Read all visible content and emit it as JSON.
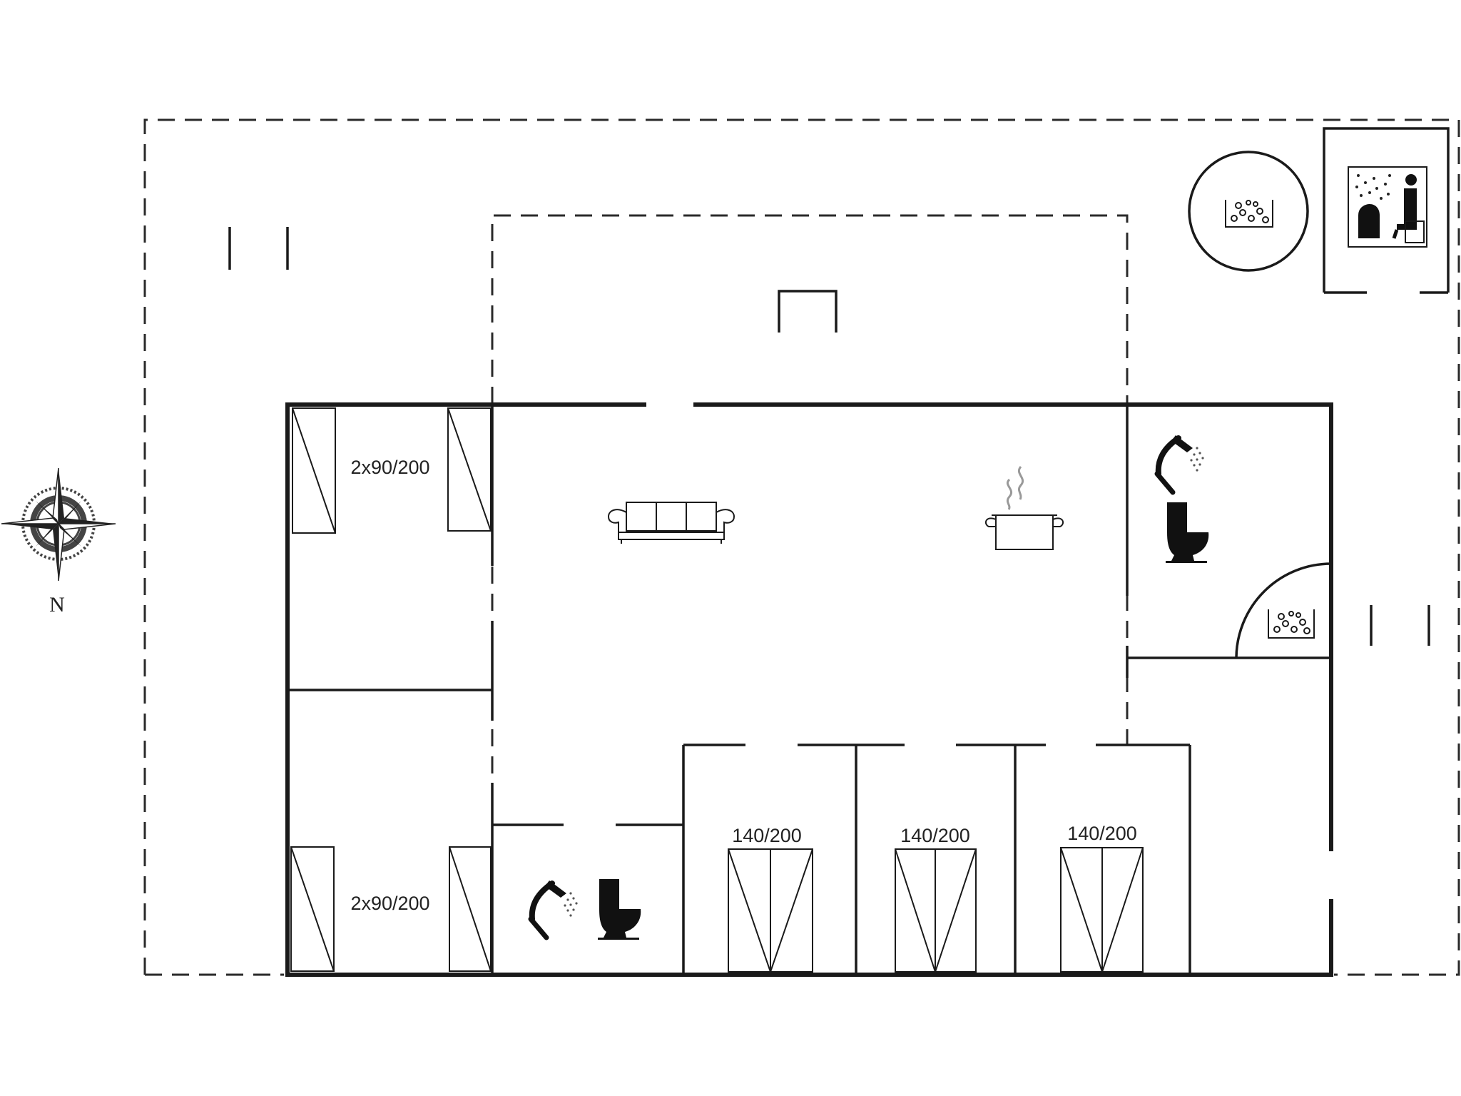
{
  "compass": {
    "label": "N"
  },
  "beds": {
    "bedroom_1": "2x90/200",
    "bedroom_2": "2x90/200",
    "bedroom_3": "140/200",
    "bedroom_4": "140/200",
    "bedroom_5": "140/200"
  },
  "icons": {
    "sofa": "sofa-icon",
    "kitchen": "cooking-pot-icon",
    "bath": "shower-icon",
    "toilet": "toilet-icon",
    "spa": "hot-tub-icon",
    "sauna": "sauna-icon"
  }
}
